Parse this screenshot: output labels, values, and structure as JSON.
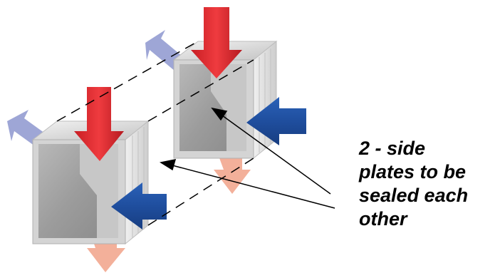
{
  "annotation": {
    "lines": [
      "2 - side",
      "plates to be",
      "sealed each",
      "other"
    ]
  },
  "colors": {
    "hot_inlet_arrow": "#e0262b",
    "cold_inlet_arrow": "#1f4e9e",
    "cold_exhaust_arrow": "#9ea6d6",
    "hot_exhaust_arrow": "#f3b09a",
    "frame": "#d2d2d2",
    "plate_face": "#9a9a9a",
    "side_plate": "#e4e4e4",
    "pointer": "#000000"
  },
  "icons": {
    "hot_inlet": "arrow-down-icon",
    "cold_inlet": "arrow-left-icon",
    "cold_exhaust": "arrow-up-left-icon",
    "hot_exhaust": "arrow-down-left-icon"
  }
}
